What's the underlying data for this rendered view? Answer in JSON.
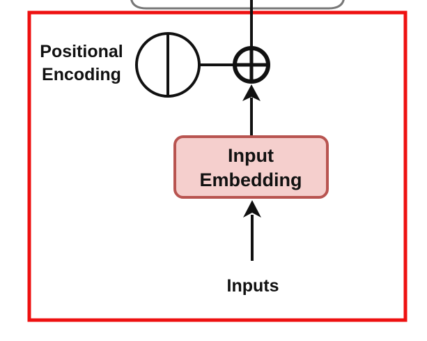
{
  "diagram": {
    "positional_encoding_label": [
      "Positional",
      "Encoding"
    ],
    "input_embedding_label": [
      "Input",
      "Embedding"
    ],
    "inputs_label": "Inputs"
  },
  "colors": {
    "highlight_frame": "#ee1111",
    "embedding_fill": "#f5cfcd",
    "embedding_stroke": "#b85450",
    "line": "#111111",
    "upper_block_stroke": "#777777"
  }
}
